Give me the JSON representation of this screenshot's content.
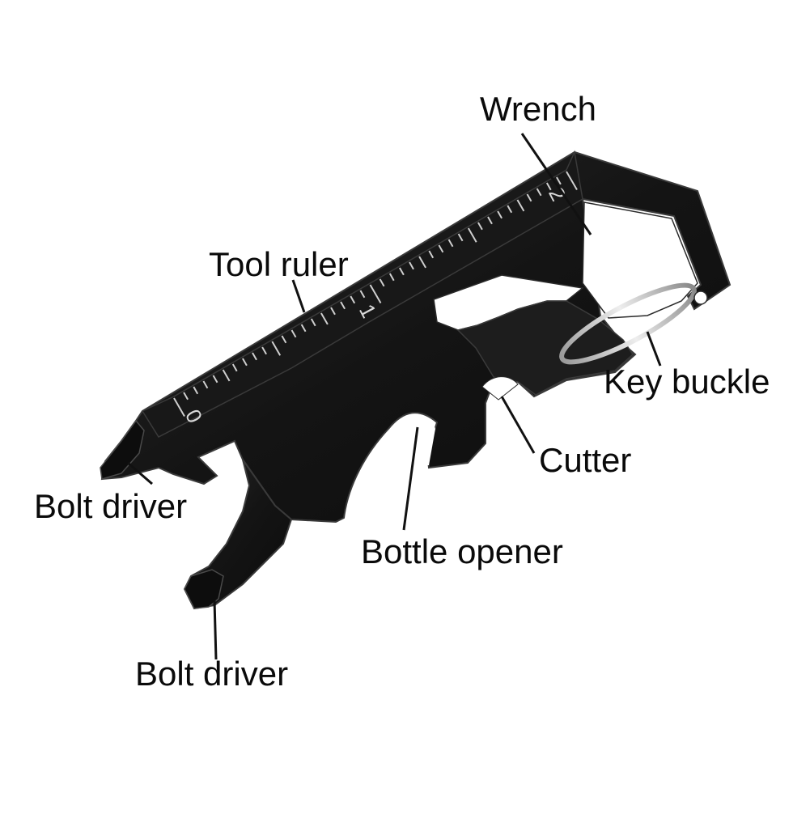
{
  "labels": {
    "wrench": "Wrench",
    "tool_ruler": "Tool ruler",
    "key_buckle": "Key buckle",
    "cutter": "Cutter",
    "bolt_driver_top": "Bolt driver",
    "bottle_opener": "Bottle opener",
    "bolt_driver_bottom": "Bolt driver"
  },
  "ruler_numbers": [
    "0",
    "1",
    "2"
  ],
  "colors": {
    "tool_body": "#151515",
    "tool_edge": "#3a3a3a",
    "ruler_marks": "#cfcfcf",
    "leader_lines": "#111111",
    "text": "#0a0a0a",
    "ring": "#c8c8c8"
  }
}
